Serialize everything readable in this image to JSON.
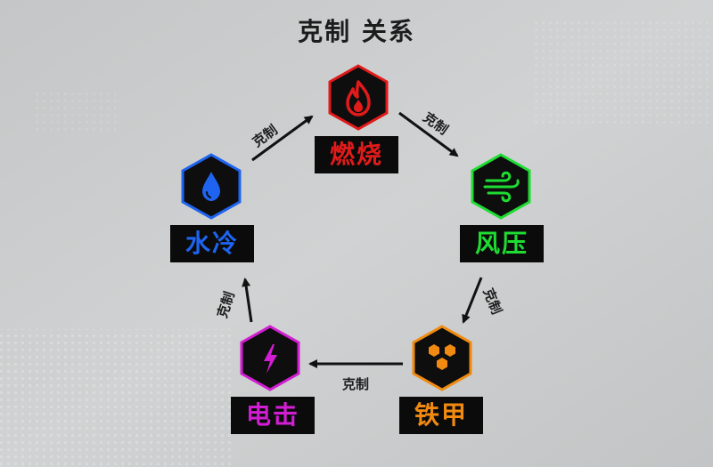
{
  "title": "克制 关系",
  "elements": [
    {
      "key": "fire",
      "name": "燃烧",
      "icon": "flame-icon",
      "color": "#e11a1a"
    },
    {
      "key": "wind",
      "name": "风压",
      "icon": "wind-icon",
      "color": "#1edc32"
    },
    {
      "key": "armor",
      "name": "铁甲",
      "icon": "hexagon-cluster-icon",
      "color": "#f08a10"
    },
    {
      "key": "electric",
      "name": "电击",
      "icon": "lightning-icon",
      "color": "#d21ed2"
    },
    {
      "key": "water",
      "name": "水冷",
      "icon": "water-drop-icon",
      "color": "#1e64f0"
    }
  ],
  "relations": [
    {
      "from": "fire",
      "to": "wind",
      "label": "克制"
    },
    {
      "from": "wind",
      "to": "armor",
      "label": "克制"
    },
    {
      "from": "armor",
      "to": "electric",
      "label": "克制"
    },
    {
      "from": "electric",
      "to": "water",
      "label": "克制"
    },
    {
      "from": "water",
      "to": "fire",
      "label": "克制"
    }
  ]
}
